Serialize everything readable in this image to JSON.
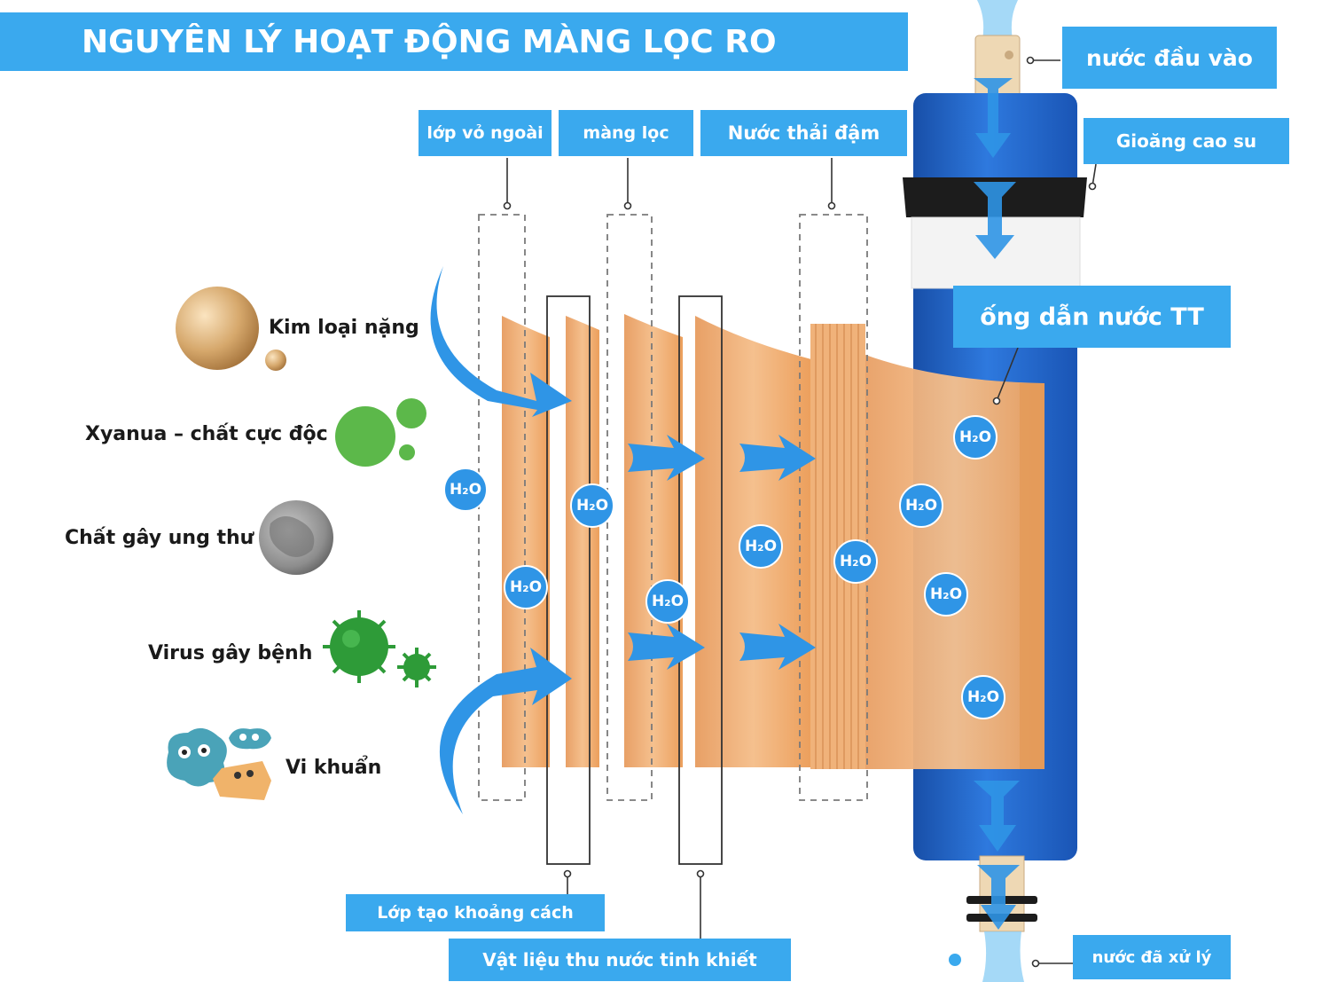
{
  "title": "NGUYÊN LÝ HOẠT ĐỘNG MÀNG LỌC RO",
  "labels": {
    "outer_shell": "lớp vỏ ngoài",
    "membrane": "màng lọc",
    "concentrate": "Nước thải đậm",
    "water_in": "nước đầu vào",
    "rubber_seal": "Gioăng cao su",
    "center_tube": "ống dẫn nước TT",
    "spacer": "Lớp tạo khoảng cách",
    "permeate_carrier": "Vật liệu thu nước tinh khiết",
    "water_out": "nước đã xử lý"
  },
  "contaminants": [
    {
      "label": "Kim loại nặng",
      "icon": "metal-ball-icon"
    },
    {
      "label": "Xyanua – chất cực độc",
      "icon": "cyanide-dots-icon"
    },
    {
      "label": "Chất gây ung thư",
      "icon": "carcinogen-icon"
    },
    {
      "label": "Virus gây bệnh",
      "icon": "virus-icon"
    },
    {
      "label": "Vi khuẩn",
      "icon": "bacteria-icon"
    }
  ],
  "h2o_label": "H₂O",
  "colors": {
    "accent_blue": "#3aa9ee",
    "tube_blue": "#1e63c9",
    "membrane_tan": "#f2b57f",
    "virus_green": "#2e9b38",
    "cyanide_green": "#5cb84a"
  }
}
